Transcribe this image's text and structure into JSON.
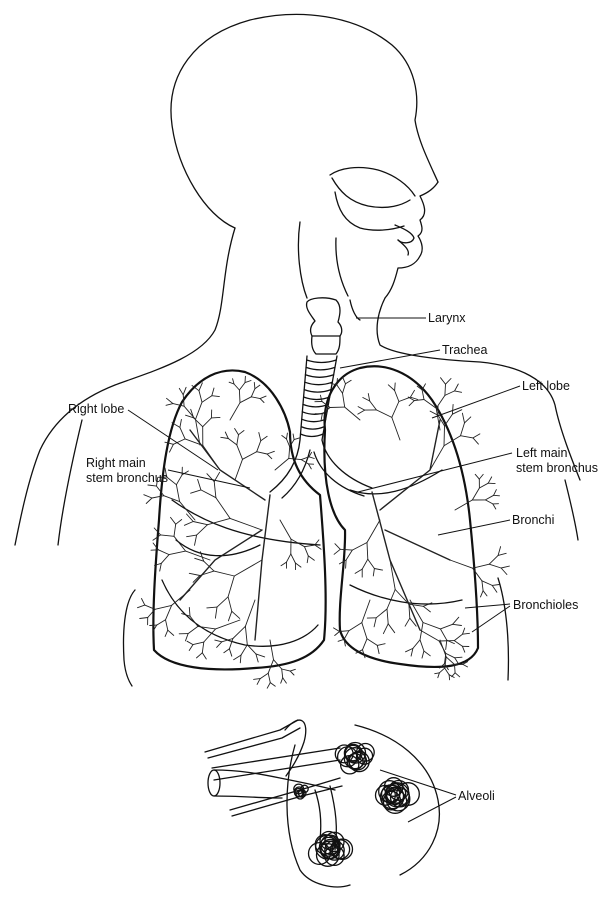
{
  "labels": {
    "larynx": "Larynx",
    "trachea": "Trachea",
    "left_lobe": "Left lobe",
    "right_lobe": "Right lobe",
    "right_main_stem_line1": "Right main",
    "right_main_stem_line2": "stem bronchus",
    "left_main_stem_line1": "Left main",
    "left_main_stem_line2": "stem bronchus",
    "bronchi": "Bronchi",
    "bronchioles": "Bronchioles",
    "alveoli": "Alveoli"
  }
}
